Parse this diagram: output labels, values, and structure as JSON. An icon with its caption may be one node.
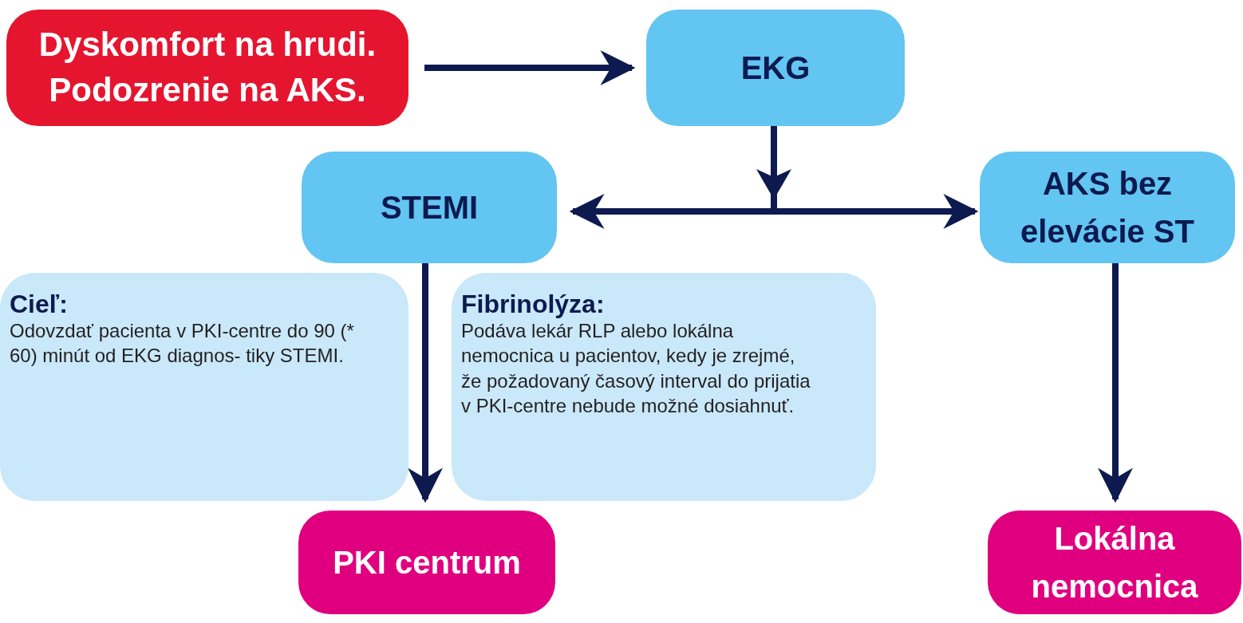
{
  "diagram": {
    "nodes": [
      {
        "text": [
          "Dyskomfort na hrudi. Podozrenie na AKS."
        ]
      },
      {
        "text": [
          "EKG"
        ]
      },
      {
        "text": [
          "STEMI"
        ]
      },
      {
        "text": [
          "AKS bez elevácie ST"
        ]
      },
      {
        "text": [
          "Cieľ:",
          "Odovzdať pacienta v PKI-centre do 90 (* 60) minút od EKG diagnos- tiky STEMI."
        ]
      },
      {
        "text": [
          "Fibrinolýza:",
          "Podáva lekár RLP alebo lokálna nemocnica u pacientov, kedy je zrejmé, že požadovaný časový interval do prijatia v PKI-centre nebude možné dosiahnuť."
        ]
      },
      {
        "text": [
          "PKI centrum"
        ]
      },
      {
        "text": [
          "Lokálna nemocnica"
        ]
      }
    ],
    "edges": [
      {
        "from": 0,
        "to": 1,
        "arrow": "to"
      },
      {
        "from": 1,
        "to": 2,
        "arrow": "to"
      },
      {
        "from": 1,
        "to": 3,
        "arrow": "to"
      },
      {
        "from": 2,
        "to": 6,
        "arrow": "to"
      },
      {
        "from": 3,
        "to": 7,
        "arrow": "to"
      }
    ]
  }
}
